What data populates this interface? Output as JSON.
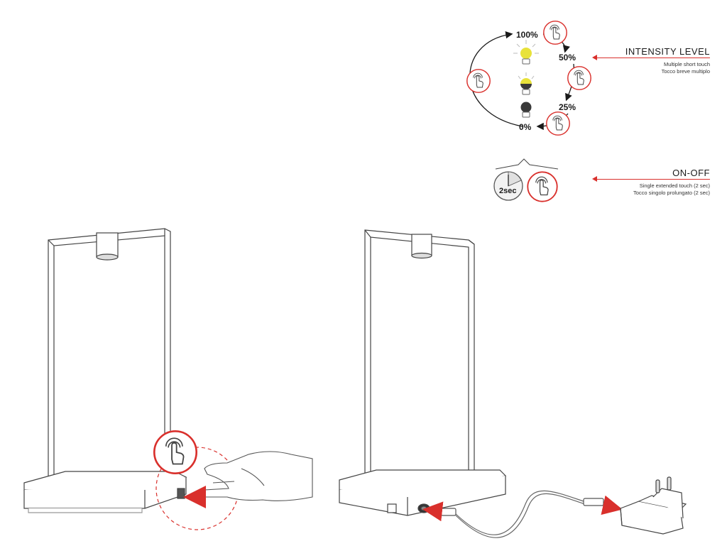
{
  "intensity": {
    "title": "INTENSITY LEVEL",
    "desc_en": "Multiple short touch",
    "desc_it": "Tocco breve multiplo",
    "levels": [
      "100%",
      "50%",
      "25%",
      "0%"
    ]
  },
  "onoff": {
    "title": "ON-OFF",
    "desc_en": "Single extended touch (2 sec)",
    "desc_it": "Tocco singolo prolungato (2 sec)",
    "timer_label": "2sec"
  },
  "colors": {
    "accent_red": "#d9302c",
    "bulb_on": "#e8e23a",
    "bulb_off": "#3a3a3a",
    "line": "#555555"
  },
  "icons": [
    "touch-icon",
    "bulb-icon",
    "timer-icon",
    "hand-icon",
    "power-plug-icon",
    "usb-cable-icon"
  ]
}
